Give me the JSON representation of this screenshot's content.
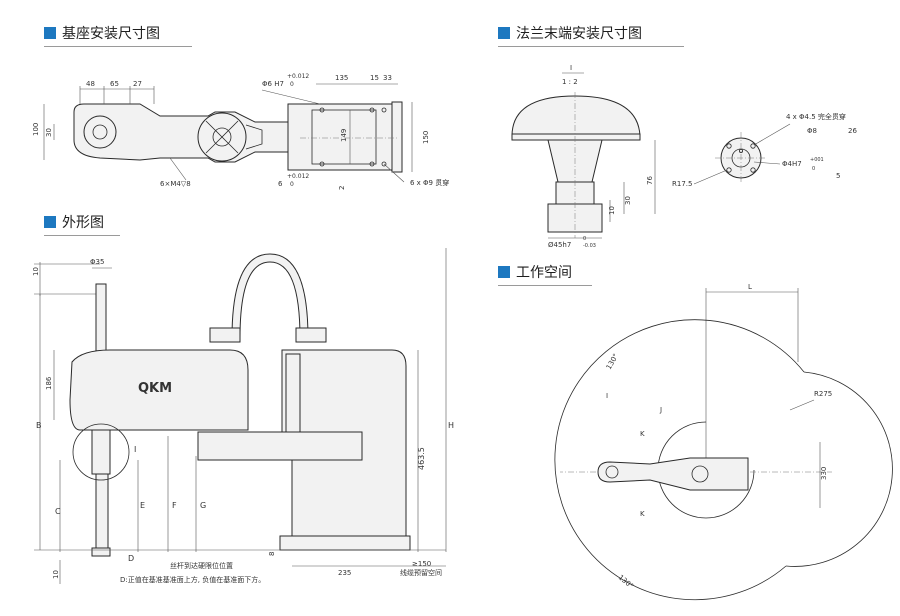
{
  "sections": {
    "base": "基座安装尺寸图",
    "flange": "法兰末端安装尺寸图",
    "outline": "外形图",
    "workspace": "工作空间"
  },
  "base_dims": {
    "d48": "48",
    "d65": "65",
    "d27": "27",
    "d100": "100",
    "d30": "30",
    "holes": "6×M4▽8",
    "pin_top": "Φ6 H7",
    "pin_top_tol_hi": "+0.012",
    "pin_top_tol_lo": "0",
    "d135": "135",
    "d15": "15",
    "d33": "33",
    "d149": "149",
    "d150": "150",
    "pin_bot_tol_hi": "+0.012",
    "pin_bot_6": "6",
    "pin_bot_0": "0",
    "d2": "2",
    "through": "6 x Φ9 贯穿"
  },
  "flange_dims": {
    "scale_num": "I",
    "scale": "1 : 2",
    "d76": "76",
    "d30": "30",
    "d10": "10",
    "shaft": "Ø45h7",
    "shaft_tol_hi": "0",
    "shaft_tol_lo": "-0.03",
    "holes": "4 x Φ4.5 完全贯穿",
    "cbore": "Φ8",
    "cbore_depth": "26",
    "r175": "R17.5",
    "pin": "Φ4H7",
    "pin_tol_hi": "+001",
    "pin_tol_lo": "0",
    "pin_depth": "5"
  },
  "outline_dims": {
    "d10_top": "10",
    "d35": "Φ35",
    "d186": "186",
    "B": "B",
    "C": "C",
    "E": "E",
    "F": "F",
    "G": "G",
    "H": "H",
    "I": "I",
    "d4635": "463.5",
    "D": "D",
    "d10_bot": "10",
    "d8": "8",
    "d235": "235",
    "d150": "≥150",
    "note_screw": "丝杆到达硬限位位置",
    "note_cable": "线缆预留空间",
    "note_D": "D:正值在基准基准面上方, 负值在基准面下方。"
  },
  "workspace_dims": {
    "L": "L",
    "R275": "R275",
    "d330": "330",
    "a130_top": "130°",
    "a130_bot": "130°",
    "I": "I",
    "J": "J",
    "K1": "K",
    "K2": "K"
  },
  "colors": {
    "accent": "#1d78c0"
  }
}
